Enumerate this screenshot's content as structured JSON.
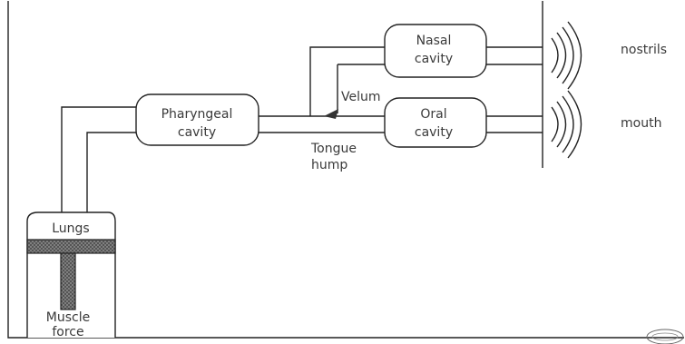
{
  "labels": {
    "nasal_1": "Nasal",
    "nasal_2": "cavity",
    "oral_1": "Oral",
    "oral_2": "cavity",
    "pharyngeal_1": "Pharyngeal",
    "pharyngeal_2": "cavity",
    "velum": "Velum",
    "tongue_1": "Tongue",
    "tongue_2": "hump",
    "lungs": "Lungs",
    "muscle_1": "Muscle",
    "muscle_2": "force",
    "nostrils": "nostrils",
    "mouth": "mouth"
  },
  "colors": {
    "ink": "#222222",
    "text": "#3a3a3a",
    "hatch": "#6f6f6f"
  }
}
